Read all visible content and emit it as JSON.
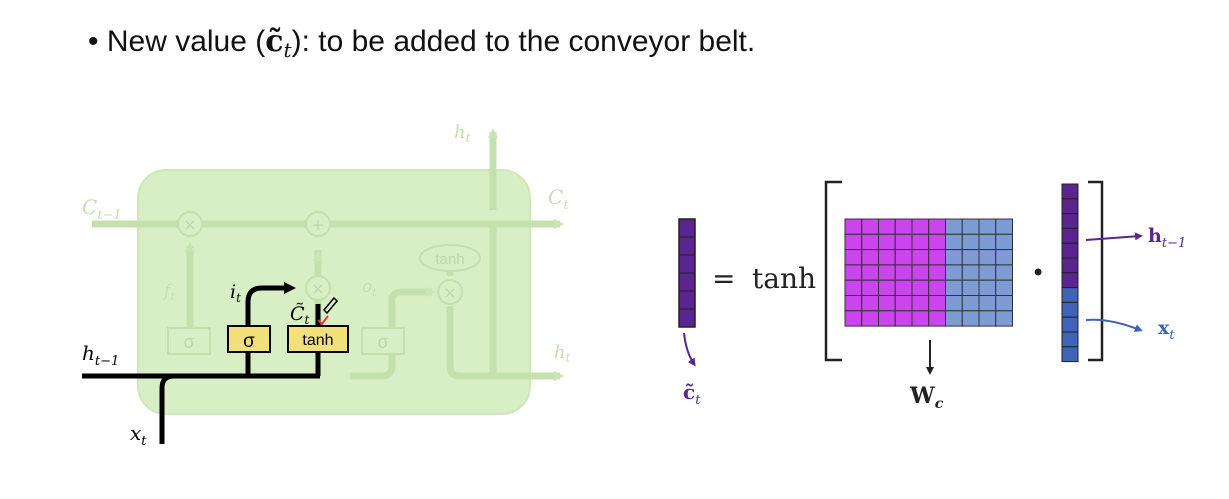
{
  "slide": {
    "bullet": {
      "marker": "•",
      "prefix": "New value (",
      "symbol": "c̃",
      "subscript": "t",
      "suffix": "): to be added to the conveyor belt."
    }
  },
  "lstm_cell": {
    "cell_in": "C",
    "cell_in_sub": "t−1",
    "cell_out": "C",
    "cell_out_sub": "t",
    "h_top": "h",
    "h_top_sub": "t",
    "h_right": "h",
    "h_right_sub": "t",
    "h_prev": "h",
    "h_prev_sub": "t−1",
    "x_in": "x",
    "x_in_sub": "t",
    "f_gate": "f",
    "f_gate_sub": "t",
    "i_gate": "i",
    "i_gate_sub": "t",
    "o_gate": "o",
    "o_gate_sub": "t",
    "c_tilde": "C̃",
    "c_tilde_sub": "t",
    "sigma": "σ",
    "tanh_box": "tanh",
    "tanh_oval": "tanh",
    "times": "×",
    "plus": "+"
  },
  "equation": {
    "equals": "=",
    "func": "tanh",
    "dot": "•",
    "weight": "W",
    "weight_sub": "c",
    "h_label": "h",
    "h_sub": "t−1",
    "x_label": "x",
    "x_sub": "t",
    "ct_label": "c̃",
    "ct_sub": "t",
    "colors": {
      "purple": "#5b2590",
      "magenta": "#cc44ee",
      "blue": "#7f9bd6",
      "dark_blue": "#3f63b8",
      "label_purple": "#5b2590",
      "label_blue": "#3f63b8"
    }
  }
}
